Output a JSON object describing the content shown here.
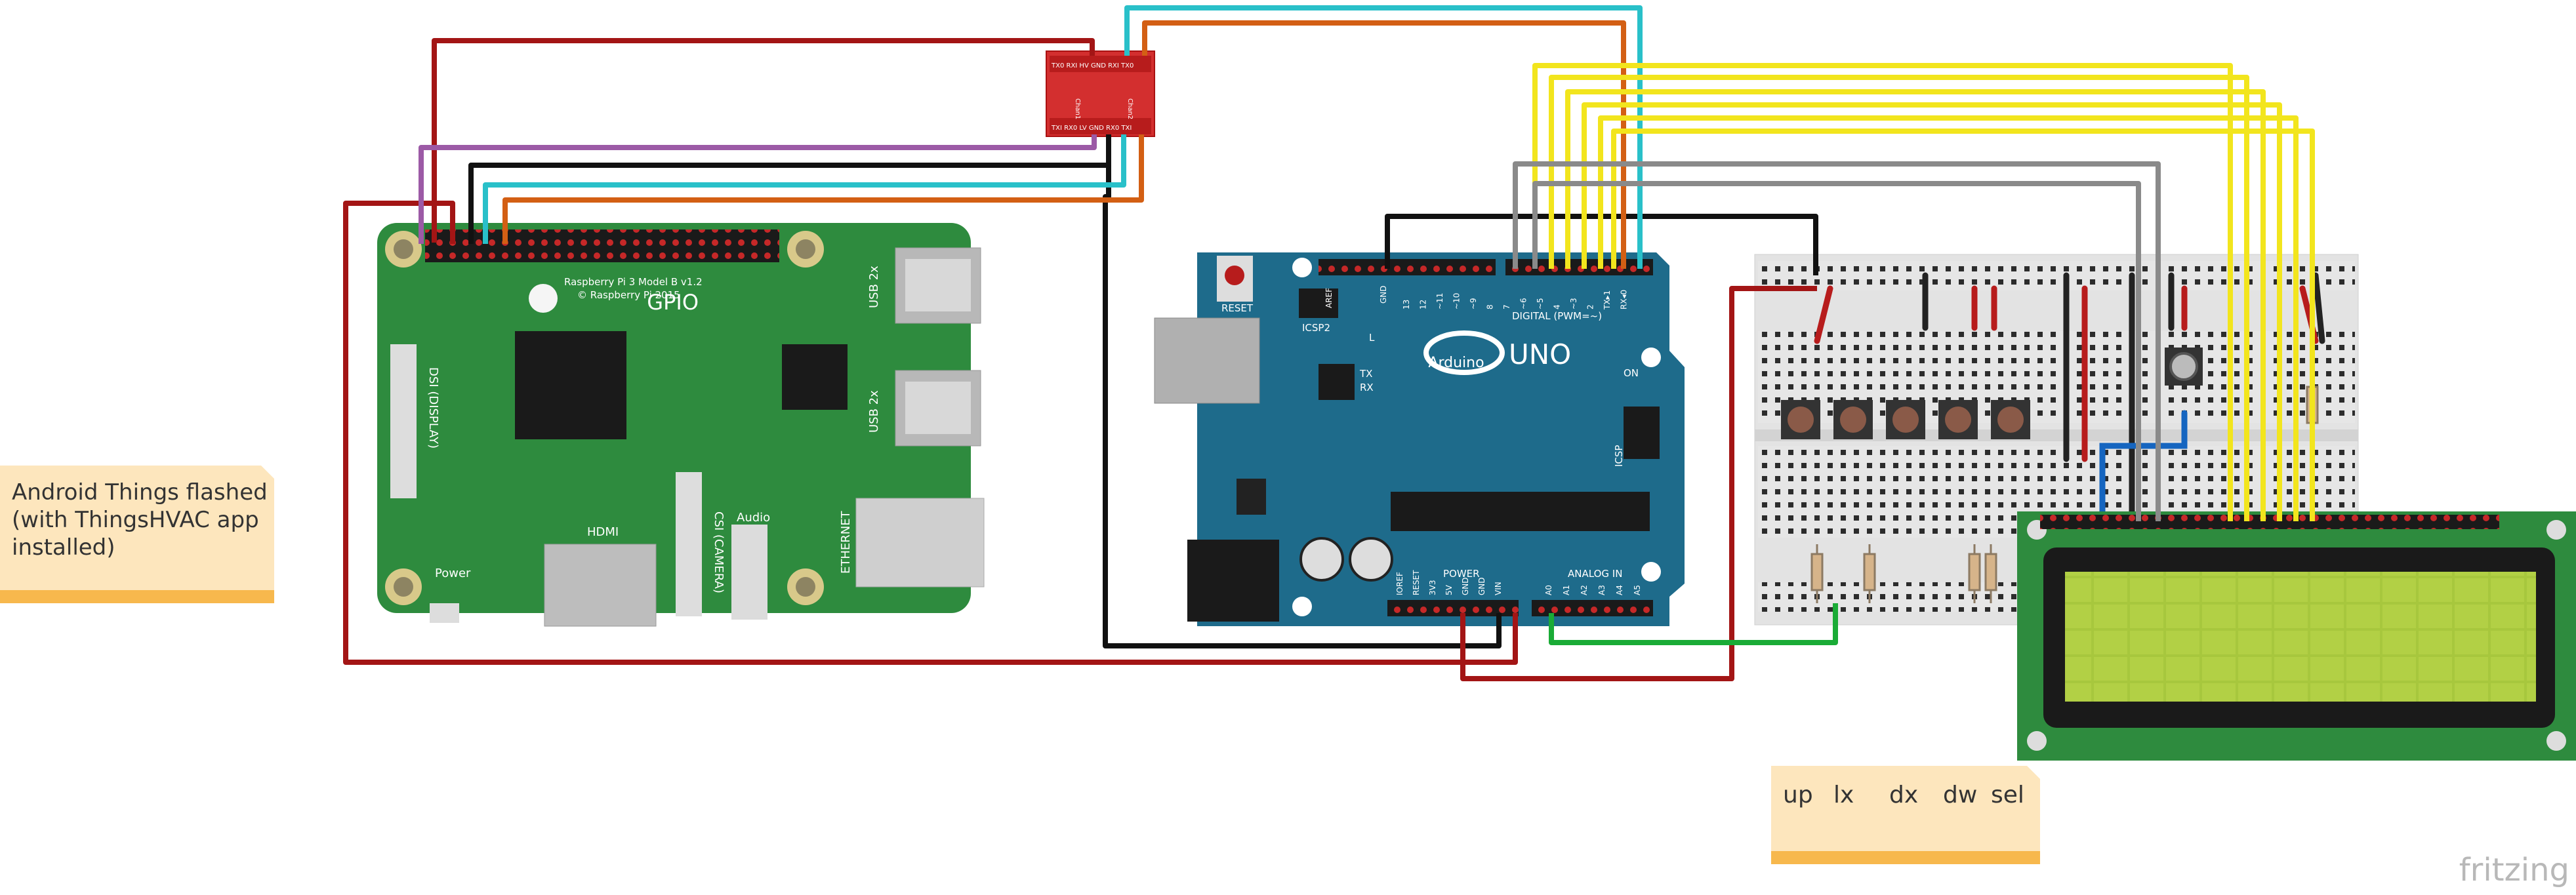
{
  "notes": {
    "android": "Android Things flashed (with ThingsHVAC app installed)",
    "buttons": [
      "up",
      "lx",
      "dx",
      "dw",
      "sel"
    ]
  },
  "rpi": {
    "title": "Raspberry Pi 3 Model B v1.2",
    "copyright": "© Raspberry Pi 2015",
    "gpio": "GPIO",
    "usb1": "USB 2x",
    "usb2": "USB 2x",
    "ethernet": "ETHERNET",
    "hdmi": "HDMI",
    "power": "Power",
    "audio": "Audio",
    "dsi": "DSI (DISPLAY)",
    "csi": "CSI (CAMERA)"
  },
  "level_shifter": {
    "top_pins": "TX0 RXI HV GND RXI TX0",
    "bottom_pins": "TXI RX0 LV GND RX0 TXI",
    "chan1": "Chan1",
    "chan2": "Chan2"
  },
  "arduino": {
    "brand": "Arduino",
    "model": "UNO",
    "reset": "RESET",
    "icsp2": "ICSP2",
    "icsp": "ICSP",
    "l": "L",
    "tx": "TX",
    "rx": "RX",
    "on": "ON",
    "digital": "DIGITAL (PWM=~)",
    "power": "POWER",
    "analog": "ANALOG IN",
    "aref": "AREF",
    "gnd": "GND",
    "pins_digital": [
      "13",
      "12",
      "~11",
      "~10",
      "~9",
      "8",
      "7",
      "~6",
      "~5",
      "4",
      "~3",
      "2",
      "TX▸1",
      "RX◂0"
    ],
    "pins_power": [
      "IOREF",
      "RESET",
      "3V3",
      "5V",
      "GND",
      "GND",
      "VIN"
    ],
    "pins_analog": [
      "A0",
      "A1",
      "A2",
      "A3",
      "A4",
      "A5"
    ]
  },
  "watermark": "fritzing"
}
